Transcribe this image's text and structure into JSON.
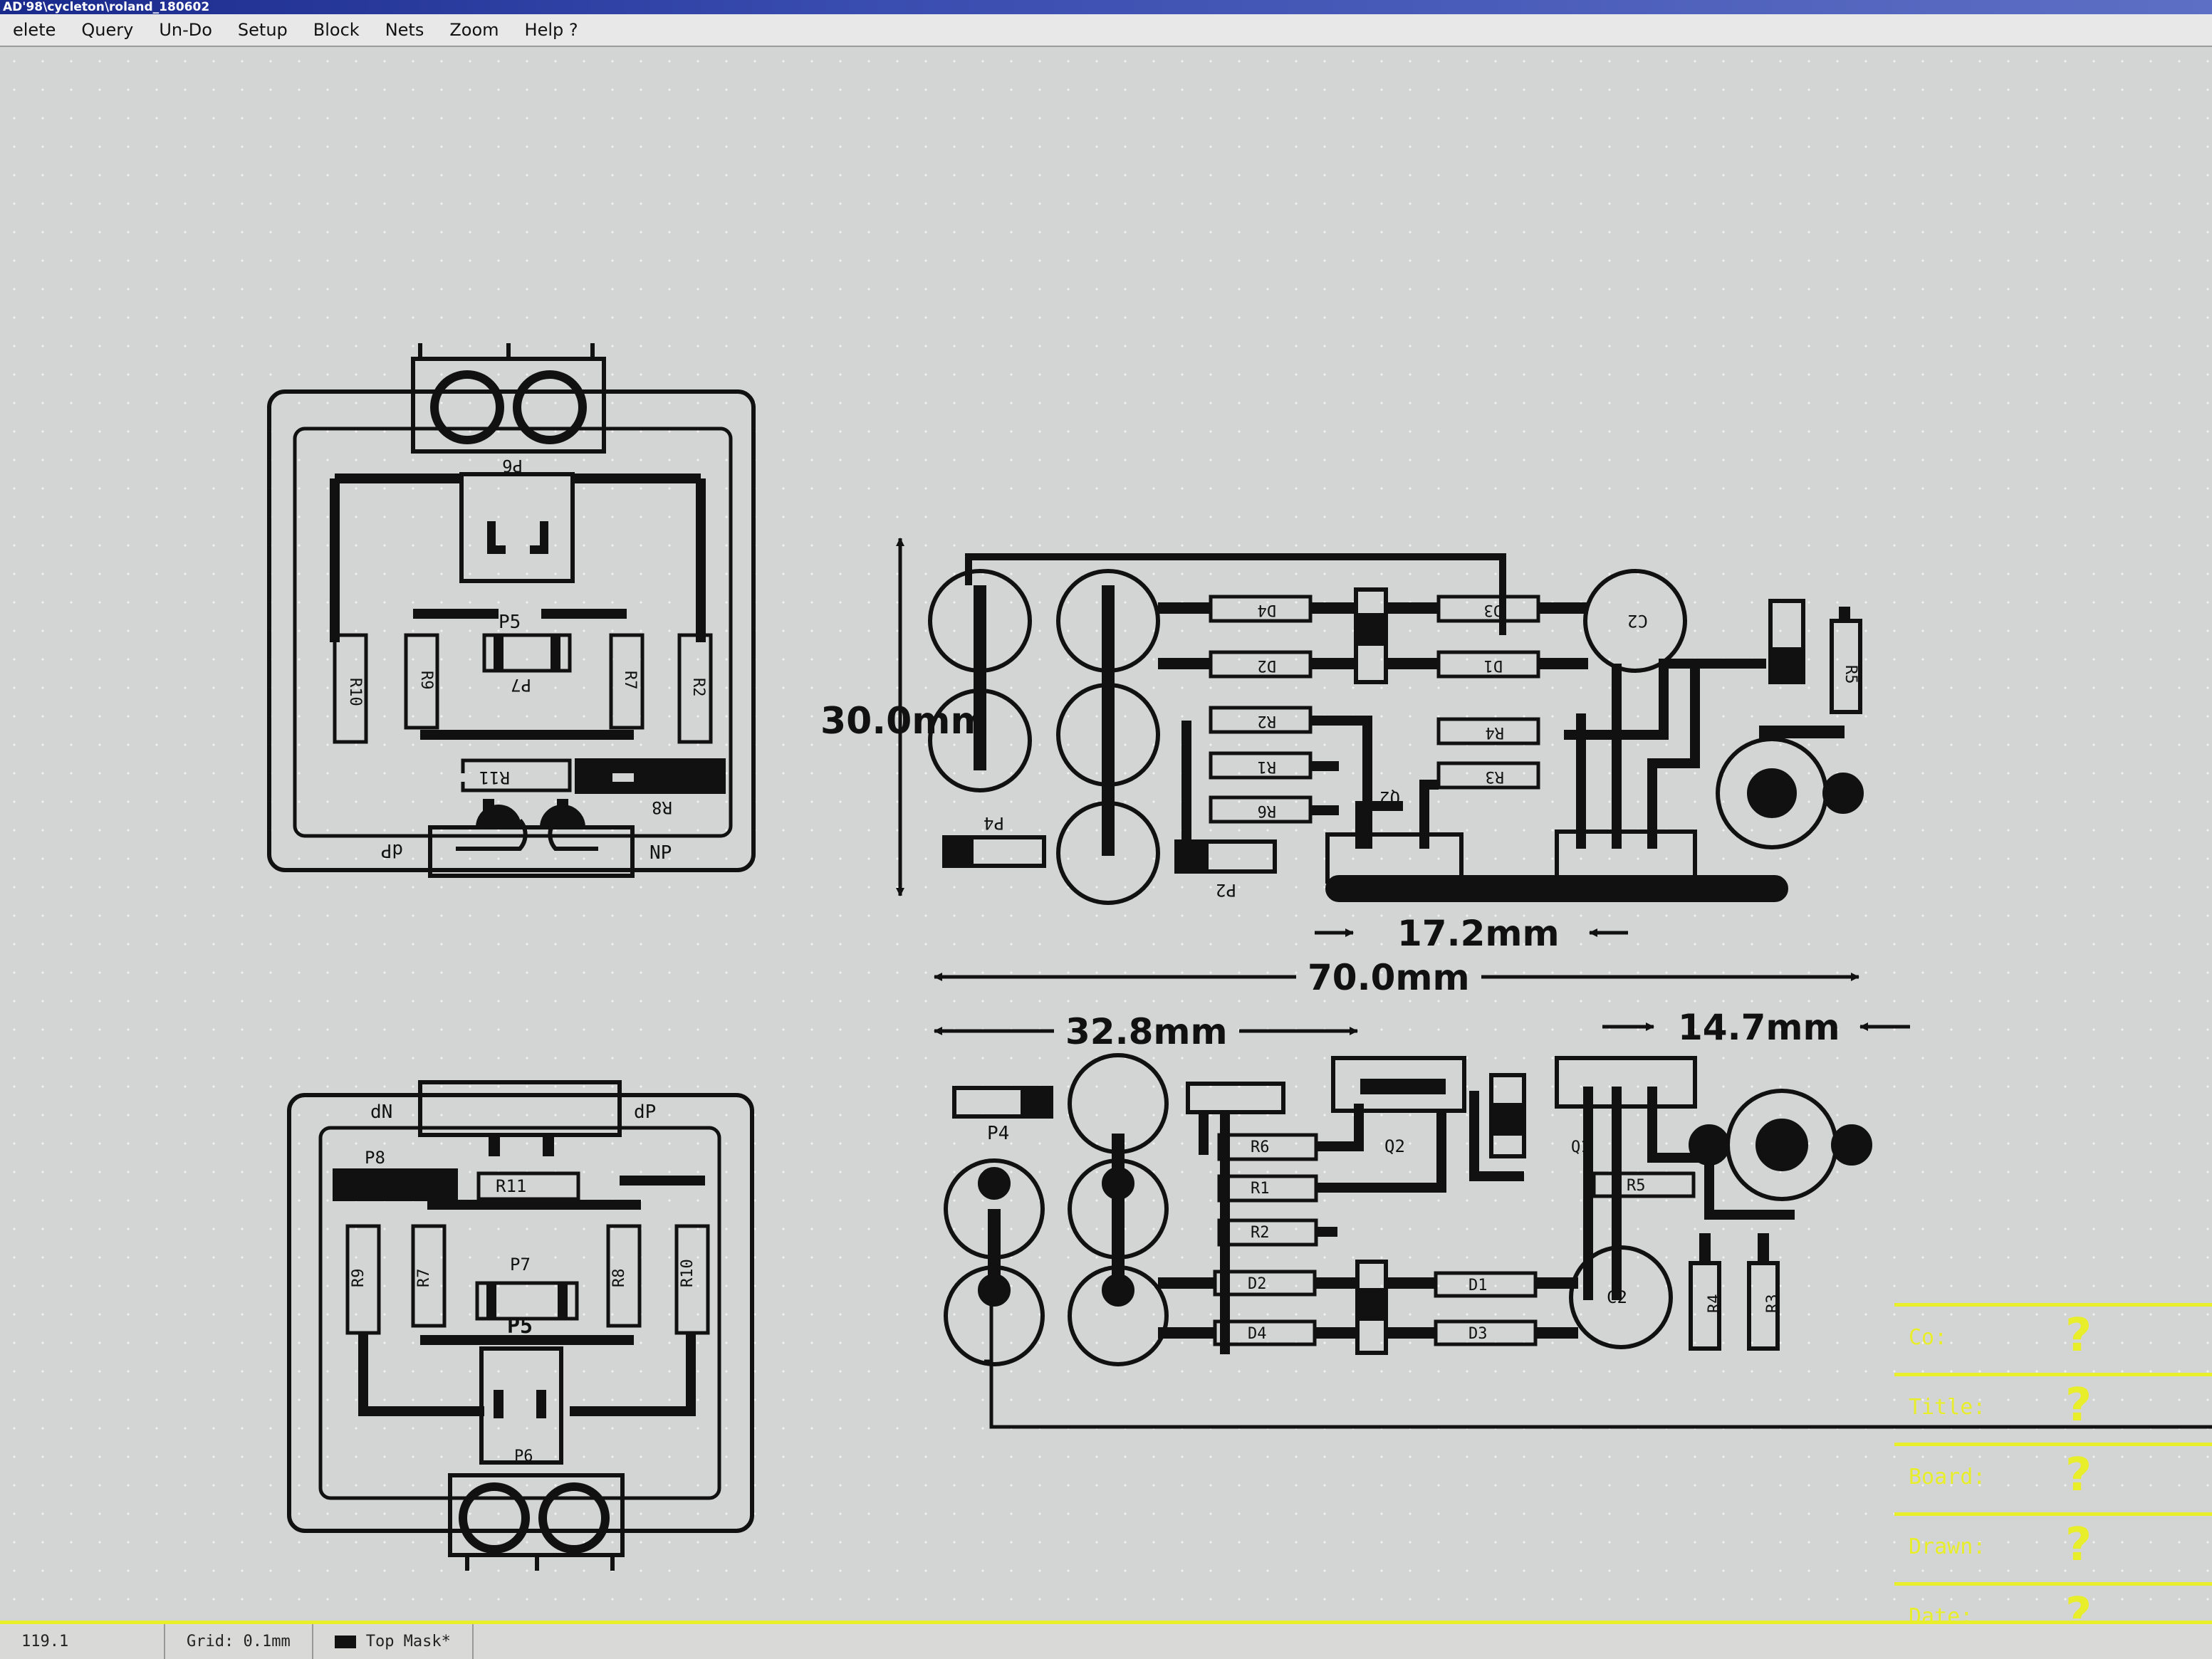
{
  "window": {
    "title": "AD'98\\cycleton\\roland_180602"
  },
  "menu": [
    "elete",
    "Query",
    "Un-Do",
    "Setup",
    "Block",
    "Nets",
    "Zoom",
    "Help ?"
  ],
  "dimensions": {
    "height_top": "30.0mm",
    "width_overall": "70.0mm",
    "gap_top": "17.2mm",
    "width_left": "32.8mm",
    "width_right": "14.7mm"
  },
  "labels": {
    "left_top": {
      "pads_left": "dP",
      "pads_right": "NP",
      "p6": "P6",
      "p5": "P5",
      "p7": "P7",
      "r11": "R11",
      "r8": "R8",
      "r10": "R10",
      "r9": "R9",
      "r7": "R7",
      "r2": "R2"
    },
    "left_bottom": {
      "pads_left": "dN",
      "pads_right": "dP",
      "p8": "P8",
      "r11": "R11",
      "p7": "P7",
      "p5": "P5",
      "p6": "P6",
      "r9": "R9",
      "r7": "R7",
      "r8": "R8",
      "r10": "R10"
    },
    "right_top": {
      "p4": "P4",
      "p2": "P2",
      "d4": "D4",
      "d2": "D2",
      "d3": "D3",
      "d1": "D1",
      "r2": "R2",
      "r1": "R1",
      "r6": "R6",
      "r4": "R4",
      "r3": "R3",
      "q2": "Q2",
      "c2": "C2",
      "r5": "R5"
    },
    "right_bottom": {
      "p4": "P4",
      "r6": "R6",
      "r1": "R1",
      "r2": "R2",
      "q2": "Q2",
      "d2": "D2",
      "d4": "D4",
      "d1": "D1",
      "d3": "D3",
      "c2": "C2",
      "r4": "R4",
      "r3": "R3",
      "r5": "R5",
      "q1": "Q1"
    }
  },
  "titleblock": [
    {
      "label": "Co:",
      "value": "?"
    },
    {
      "label": "Title:",
      "value": "?"
    },
    {
      "label": "Board:",
      "value": "?"
    },
    {
      "label": "Drawn:",
      "value": "?"
    },
    {
      "label": "Date:",
      "value": "?"
    }
  ],
  "status": {
    "coord": "119.1",
    "grid": "Grid: 0.1mm",
    "layer": "Top Mask*"
  }
}
